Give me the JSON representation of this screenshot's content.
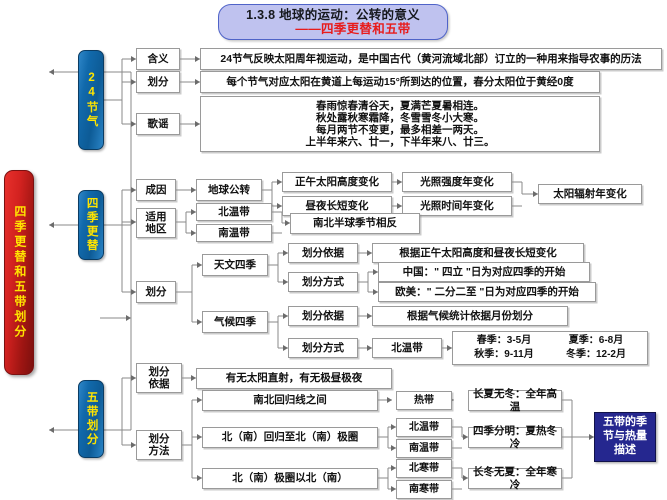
{
  "title": {
    "line1": "1.3.8  地球的运动：公转的意义",
    "line2": "——四季更替和五带"
  },
  "root": {
    "label": "四季更替和五带划分"
  },
  "sections": [
    {
      "key": "jieqi",
      "label": "24节气"
    },
    {
      "key": "sijigengti",
      "label": "四季更替"
    },
    {
      "key": "wudai",
      "label": "五带划分"
    }
  ],
  "jieqi": {
    "branches": [
      {
        "label": "含义",
        "value": "24节气反映太阳周年视运动，是中国古代（黄河流域北部）订立的一种用来指导农事的历法"
      },
      {
        "label": "划分",
        "value": "每个节气对应太阳在黄道上每运动15°所到达的位置，春分太阳位于黄经0度"
      },
      {
        "label": "歌谣",
        "value_lines": [
          "春雨惊春清谷天，夏满芒夏暑相连。",
          "秋处露秋寒霜降，冬雪雪冬小大寒。",
          "每月两节不变更，最多相差一两天。",
          "上半年来六、廿一，下半年来八、廿三。"
        ]
      }
    ]
  },
  "sijigengti": {
    "chengyin": {
      "label": "成因",
      "cause": "地球公转",
      "mid": [
        "正午太阳高度变化",
        "昼夜长短变化"
      ],
      "effects": [
        "光照强度年变化",
        "光照时间年变化"
      ],
      "final": "太阳辐射年变化"
    },
    "shiyongdiqu": {
      "label": "适用地区",
      "zones": [
        "北温带",
        "南温带"
      ],
      "result": "南北半球季节相反"
    },
    "huafen": {
      "label": "划分"
    },
    "tianwen": {
      "label": "天文四季",
      "yiju_label": "划分依据",
      "yiju_value": "根据正午太阳高度和昼夜长短变化",
      "fangshi_label": "划分方式",
      "fangshi_values": [
        "中国：\" 四立 \"日为对应四季的开始",
        "欧美：\" 二分二至 \"日为对应四季的开始"
      ]
    },
    "qihou": {
      "label": "气候四季",
      "yiju_label": "划分依据",
      "yiju_value": "根据气候统计依据月份划分",
      "fangshi_label": "划分方式",
      "zone": "北温带",
      "seasons": [
        "春季：3-5月",
        "夏季：6-8月",
        "秋季：9-11月",
        "冬季：12-2月"
      ]
    }
  },
  "wudai": {
    "yiju": {
      "label": "划分依据",
      "value": "有无太阳直射，有无极昼极夜"
    },
    "fangfa": {
      "label": "划分方法"
    },
    "ranges": [
      {
        "range": "南北回归线之间",
        "zones": [
          "热带"
        ],
        "desc": "长夏无冬：全年高温"
      },
      {
        "range": "北（南）回归至北（南）极圈",
        "zones": [
          "北温带",
          "南温带"
        ],
        "desc": "四季分明：夏热冬冷"
      },
      {
        "range": "北（南）极圈以北（南）",
        "zones": [
          "北寒带",
          "南寒带"
        ],
        "desc": "长冬无夏：全年寒冷"
      }
    ],
    "summary_lines": [
      "五带的季",
      "节与热量",
      "描述"
    ]
  },
  "colors": {
    "root_red": "#d32220",
    "chip_blue": "#1169ab",
    "accent_yellow": "#ffe400",
    "title_bg": "#bfc2ef",
    "title_red": "#e81b1b",
    "navy": "#25278f",
    "line": "#8a8a8a"
  }
}
